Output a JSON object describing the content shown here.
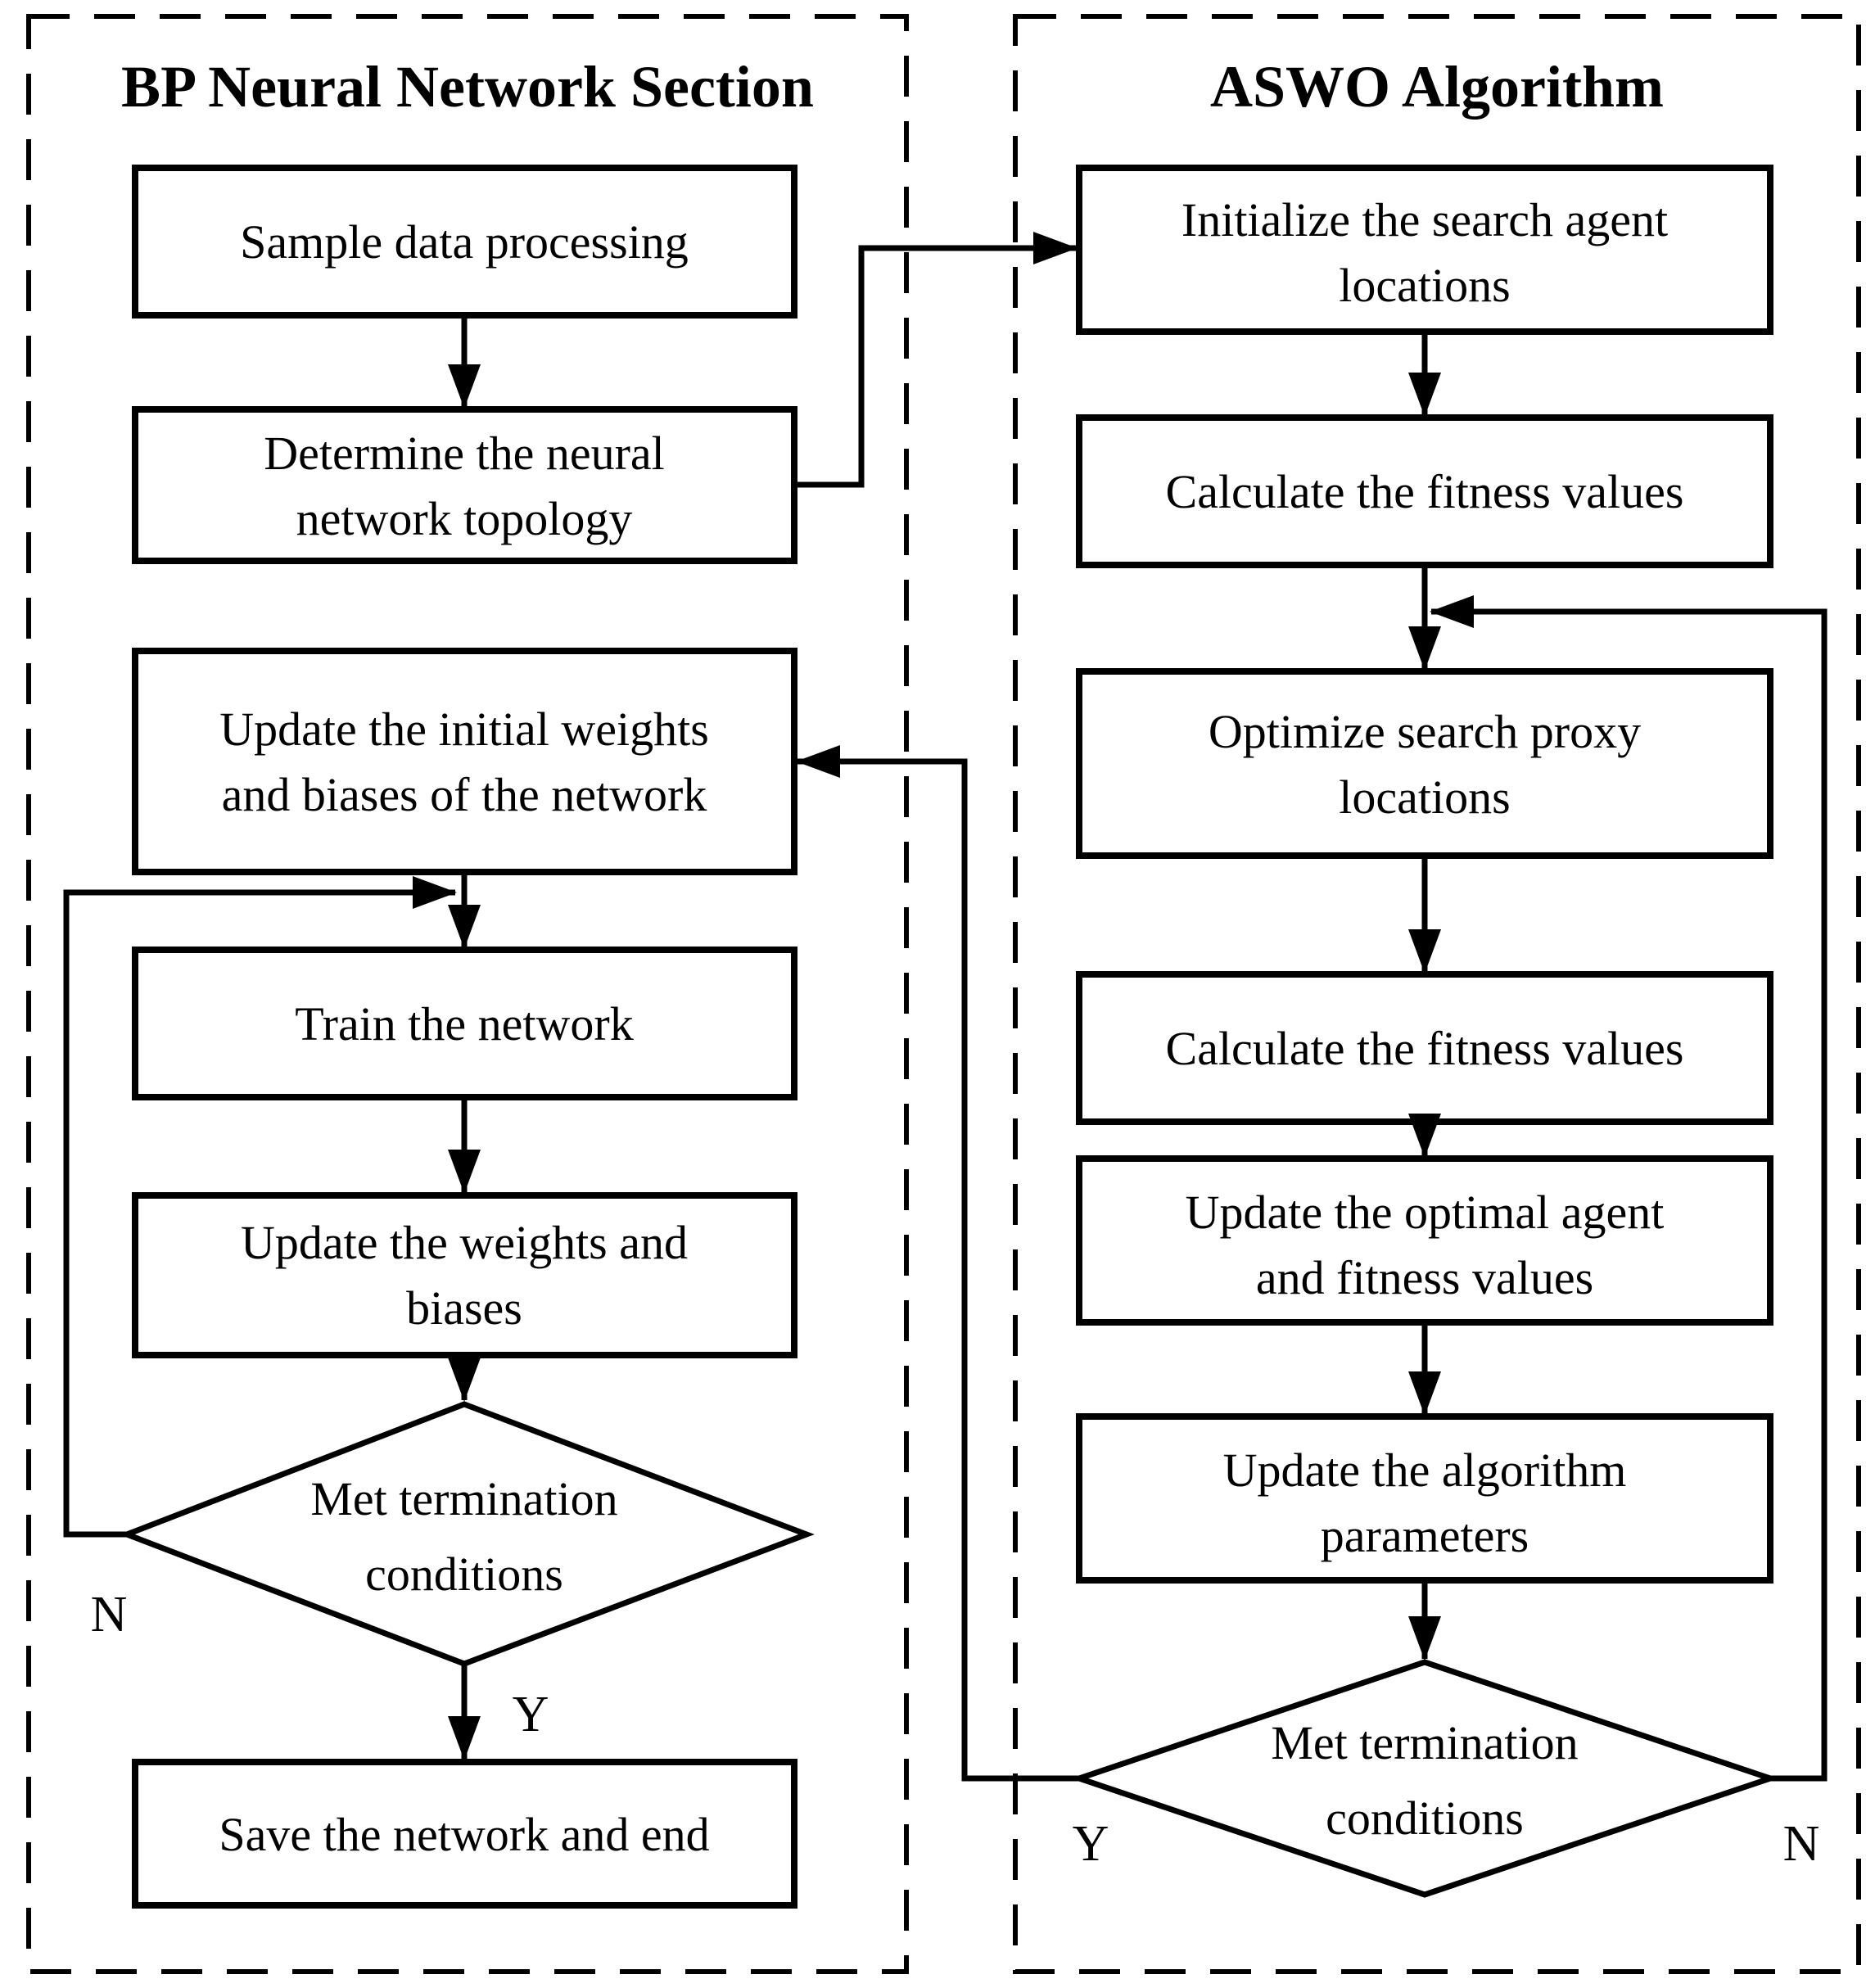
{
  "left_section": {
    "title": "BP Neural Network Section",
    "nodes": [
      {
        "id": "sample",
        "lines": [
          "Sample data processing"
        ]
      },
      {
        "id": "topology",
        "lines": [
          "Determine the neural",
          "network topology"
        ]
      },
      {
        "id": "update_initial",
        "lines": [
          "Update the initial weights",
          "and biases of the network"
        ]
      },
      {
        "id": "train",
        "lines": [
          "Train the network"
        ]
      },
      {
        "id": "update_weights",
        "lines": [
          "Update the weights and",
          "biases"
        ]
      },
      {
        "id": "decision",
        "lines": [
          "Met termination",
          "conditions"
        ]
      },
      {
        "id": "save",
        "lines": [
          "Save the network and end"
        ]
      }
    ],
    "branch_labels": {
      "no": "N",
      "yes": "Y"
    }
  },
  "right_section": {
    "title": "ASWO Algorithm",
    "nodes": [
      {
        "id": "init",
        "lines": [
          "Initialize the search agent",
          "locations"
        ]
      },
      {
        "id": "fitness1",
        "lines": [
          "Calculate the fitness values"
        ]
      },
      {
        "id": "optimize",
        "lines": [
          "Optimize search proxy",
          "locations"
        ]
      },
      {
        "id": "fitness2",
        "lines": [
          "Calculate the fitness values"
        ]
      },
      {
        "id": "update_optimal",
        "lines": [
          "Update the optimal agent",
          "and fitness values"
        ]
      },
      {
        "id": "update_params",
        "lines": [
          "Update the algorithm",
          "parameters"
        ]
      },
      {
        "id": "decision",
        "lines": [
          "Met termination",
          "conditions"
        ]
      }
    ],
    "branch_labels": {
      "yes": "Y",
      "no": "N"
    }
  },
  "colors": {
    "line": "#000000",
    "background": "#ffffff"
  }
}
